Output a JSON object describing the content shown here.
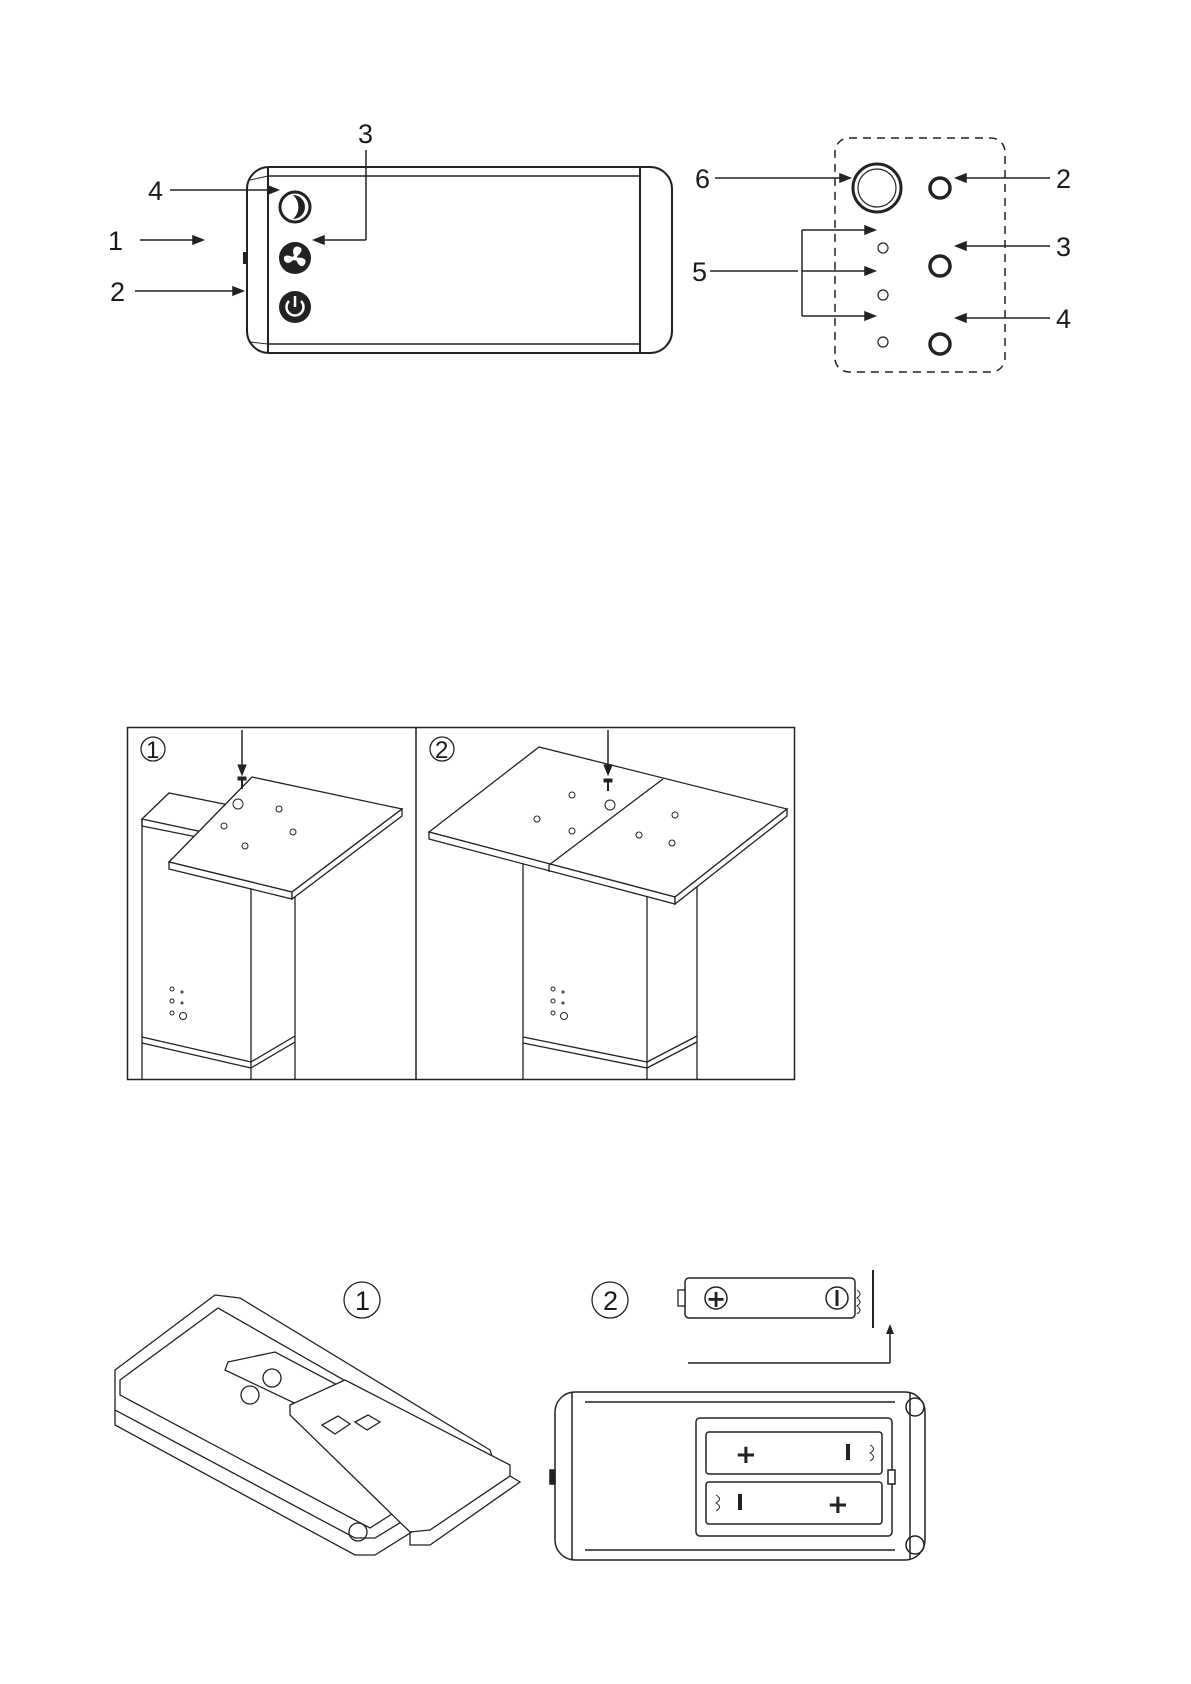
{
  "remote_front": {
    "callouts": [
      {
        "id": "1",
        "text": "1"
      },
      {
        "id": "2",
        "text": "2"
      },
      {
        "id": "3",
        "text": "3"
      },
      {
        "id": "4",
        "text": "4"
      }
    ],
    "buttons": [
      {
        "id": "4",
        "icon": "moon-icon"
      },
      {
        "id": "3",
        "icon": "fan-icon"
      },
      {
        "id": "2",
        "icon": "power-icon"
      }
    ]
  },
  "control_panel": {
    "callouts": [
      {
        "id": "6",
        "text": "6"
      },
      {
        "id": "5",
        "text": "5"
      },
      {
        "id": "2",
        "text": "2"
      },
      {
        "id": "3",
        "text": "3"
      },
      {
        "id": "4",
        "text": "4"
      }
    ]
  },
  "mount_steps": {
    "steps": [
      {
        "num": "1"
      },
      {
        "num": "2"
      }
    ]
  },
  "battery_steps": {
    "steps": [
      {
        "num": "1"
      },
      {
        "num": "2"
      }
    ],
    "symbols": {
      "plus": "+",
      "minus": "−"
    }
  }
}
